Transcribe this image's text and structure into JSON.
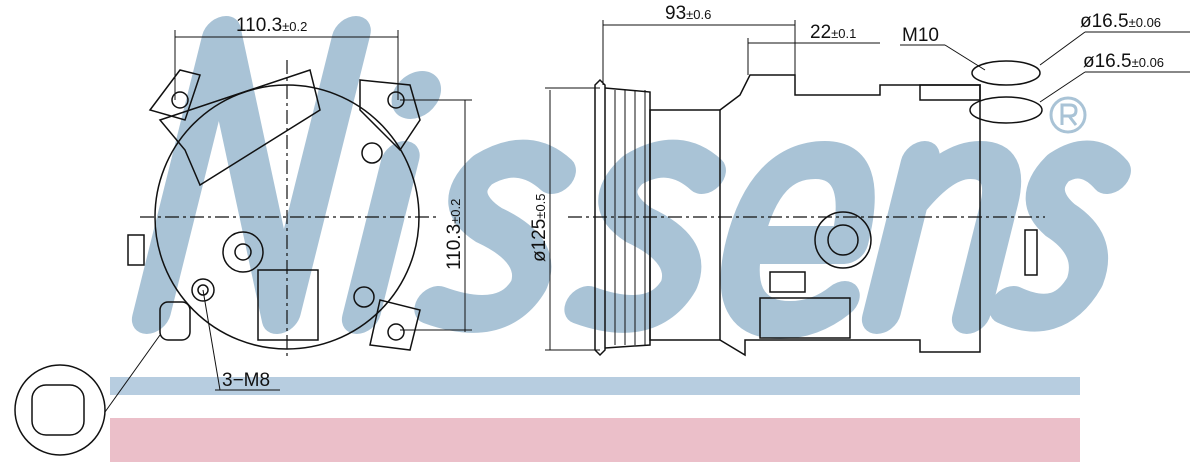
{
  "watermark": {
    "brand": "Nissens",
    "registered": "®",
    "color": "#a9c3d6"
  },
  "bands": {
    "blue": "#b7cde0",
    "pink": "#ebbfc9"
  },
  "dimensions": {
    "front_width": {
      "value": "110.3",
      "tol": "±0.2"
    },
    "front_height": {
      "value": "110.3",
      "tol": "±0.2"
    },
    "mount_bolts": "3−M8",
    "length": {
      "value": "93",
      "tol": "±0.6"
    },
    "offset": {
      "value": "22",
      "tol": "±0.1"
    },
    "thread": "M10",
    "port1": {
      "value": "ø16.5",
      "tol": "±0.06"
    },
    "port2": {
      "value": "ø16.5",
      "tol": "±0.06"
    },
    "pulley_dia": {
      "value": "ø125",
      "tol": "±0.5"
    }
  }
}
